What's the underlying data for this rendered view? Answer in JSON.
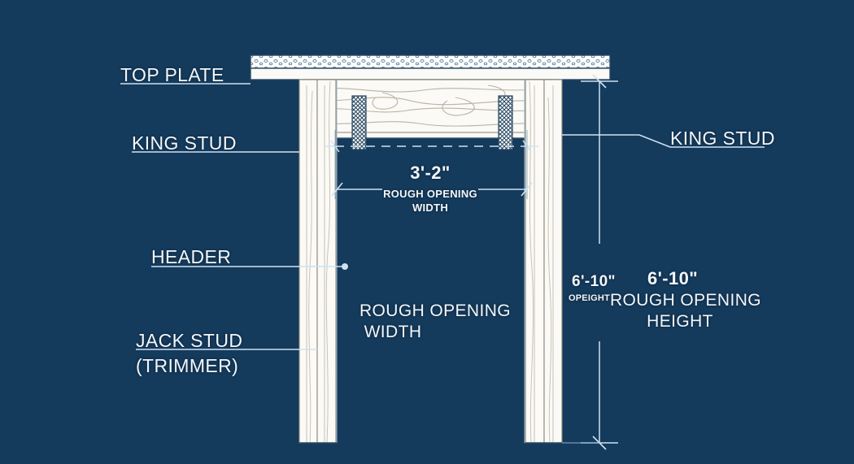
{
  "diagram": {
    "title": "Door Rough Opening Framing Detail",
    "background_color": "#143a5c",
    "line_color": "#cfe2f2",
    "lumber_fill": "#fbfaf6",
    "callouts": {
      "top_plate": "TOP PLATE",
      "king_stud_left": "KING STUD",
      "king_stud_right": "KING STUD",
      "header": "HEADER",
      "jack_stud_line1": "JACK STUD",
      "jack_stud_line2": "(TRIMMER)"
    },
    "dimensions": {
      "width_value": "3'-2\"",
      "width_sub_line1": "ROUGH OPENING",
      "width_sub_line2": "WIDTH",
      "width_big_line1": "ROUGH OPENING",
      "width_big_line2": "WIDTH",
      "height_small_value": "6'-10\"",
      "height_small_sub": "OPEIGHT",
      "height_value": "6'-10\"",
      "height_big_line1": "ROUGH OPENING",
      "height_big_line2": "HEIGHT"
    }
  }
}
